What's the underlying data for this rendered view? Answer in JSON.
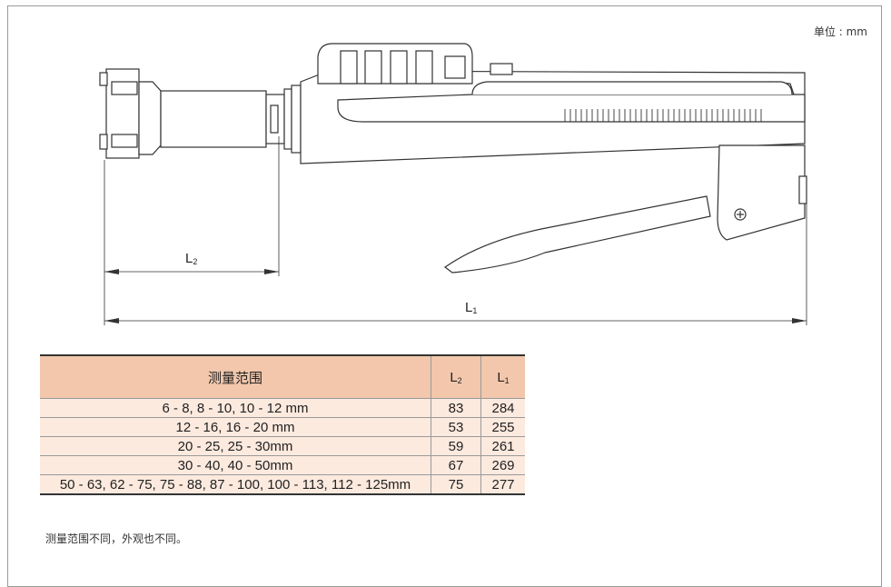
{
  "unit_label": "单位 : mm",
  "dimensions": {
    "l2": {
      "letter": "L",
      "sub": "2"
    },
    "l1": {
      "letter": "L",
      "sub": "1"
    }
  },
  "table": {
    "headers": {
      "range": "测量范围",
      "l2": {
        "letter": "L",
        "sub": "2"
      },
      "l1": {
        "letter": "L",
        "sub": "1"
      }
    },
    "rows": [
      {
        "range": "6 - 8, 8 - 10, 10 - 12 mm",
        "l2": "83",
        "l1": "284"
      },
      {
        "range": "12 - 16, 16 - 20 mm",
        "l2": "53",
        "l1": "255"
      },
      {
        "range": "20 - 25, 25 - 30mm",
        "l2": "59",
        "l1": "261"
      },
      {
        "range": "30 - 40, 40 - 50mm",
        "l2": "67",
        "l1": "269"
      },
      {
        "range": "50 - 63, 62 - 75, 75 - 88, 87 - 100, 100 - 113, 112 - 125mm",
        "l2": "75",
        "l1": "277"
      }
    ]
  },
  "note": "测量范围不同，外观也不同。",
  "colors": {
    "header_bg": "#f2c7ab",
    "row_bg": "#fdeadf"
  }
}
